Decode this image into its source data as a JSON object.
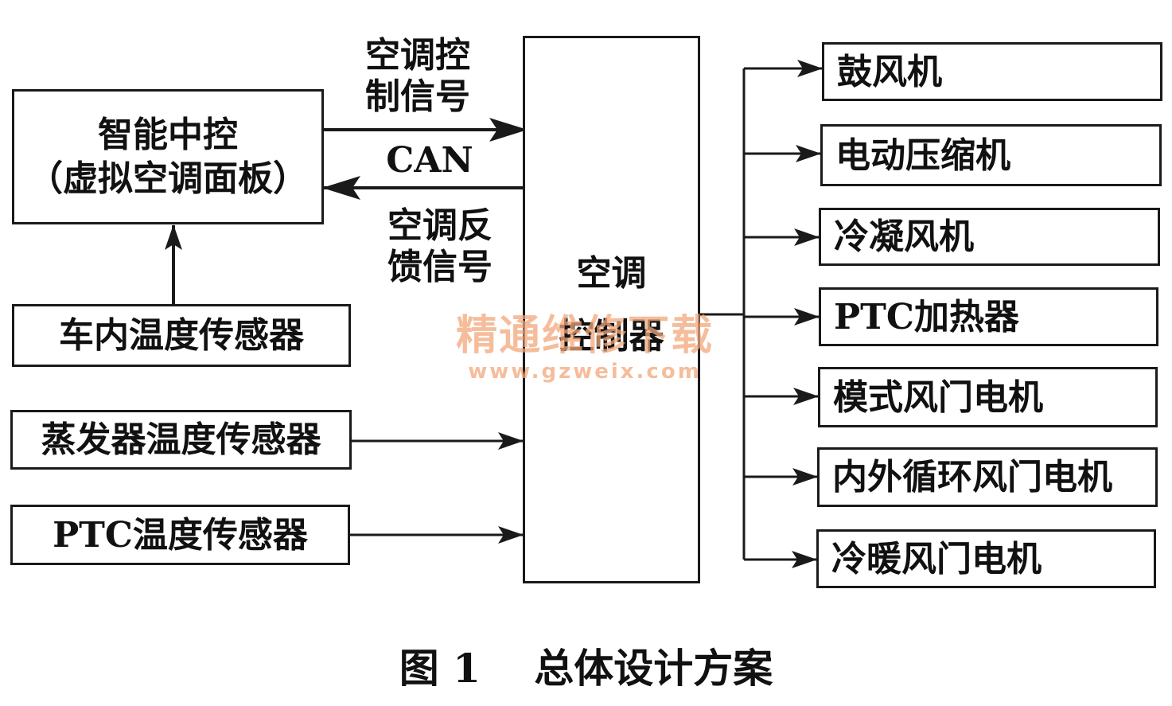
{
  "left": {
    "hmi_line1": "智能中控",
    "hmi_line2": "（虚拟空调面板）",
    "cabin_sensor": "车内温度传感器",
    "evap_sensor": "蒸发器温度传感器",
    "ptc_sensor": "PTC温度传感器"
  },
  "bus": {
    "control_line1": "空调控",
    "control_line2": "制信号",
    "can": "CAN",
    "feedback_line1": "空调反",
    "feedback_line2": "馈信号"
  },
  "controller": {
    "line1": "空调",
    "line2": "控制器"
  },
  "outputs": [
    "鼓风机",
    "电动压缩机",
    "冷凝风机",
    "PTC加热器",
    "模式风门电机",
    "内外循环风门电机",
    "冷暖风门电机"
  ],
  "watermark": {
    "text": "精通维修下载",
    "url": "www.gzweix.com"
  },
  "caption": "图 1　 总体设计方案"
}
